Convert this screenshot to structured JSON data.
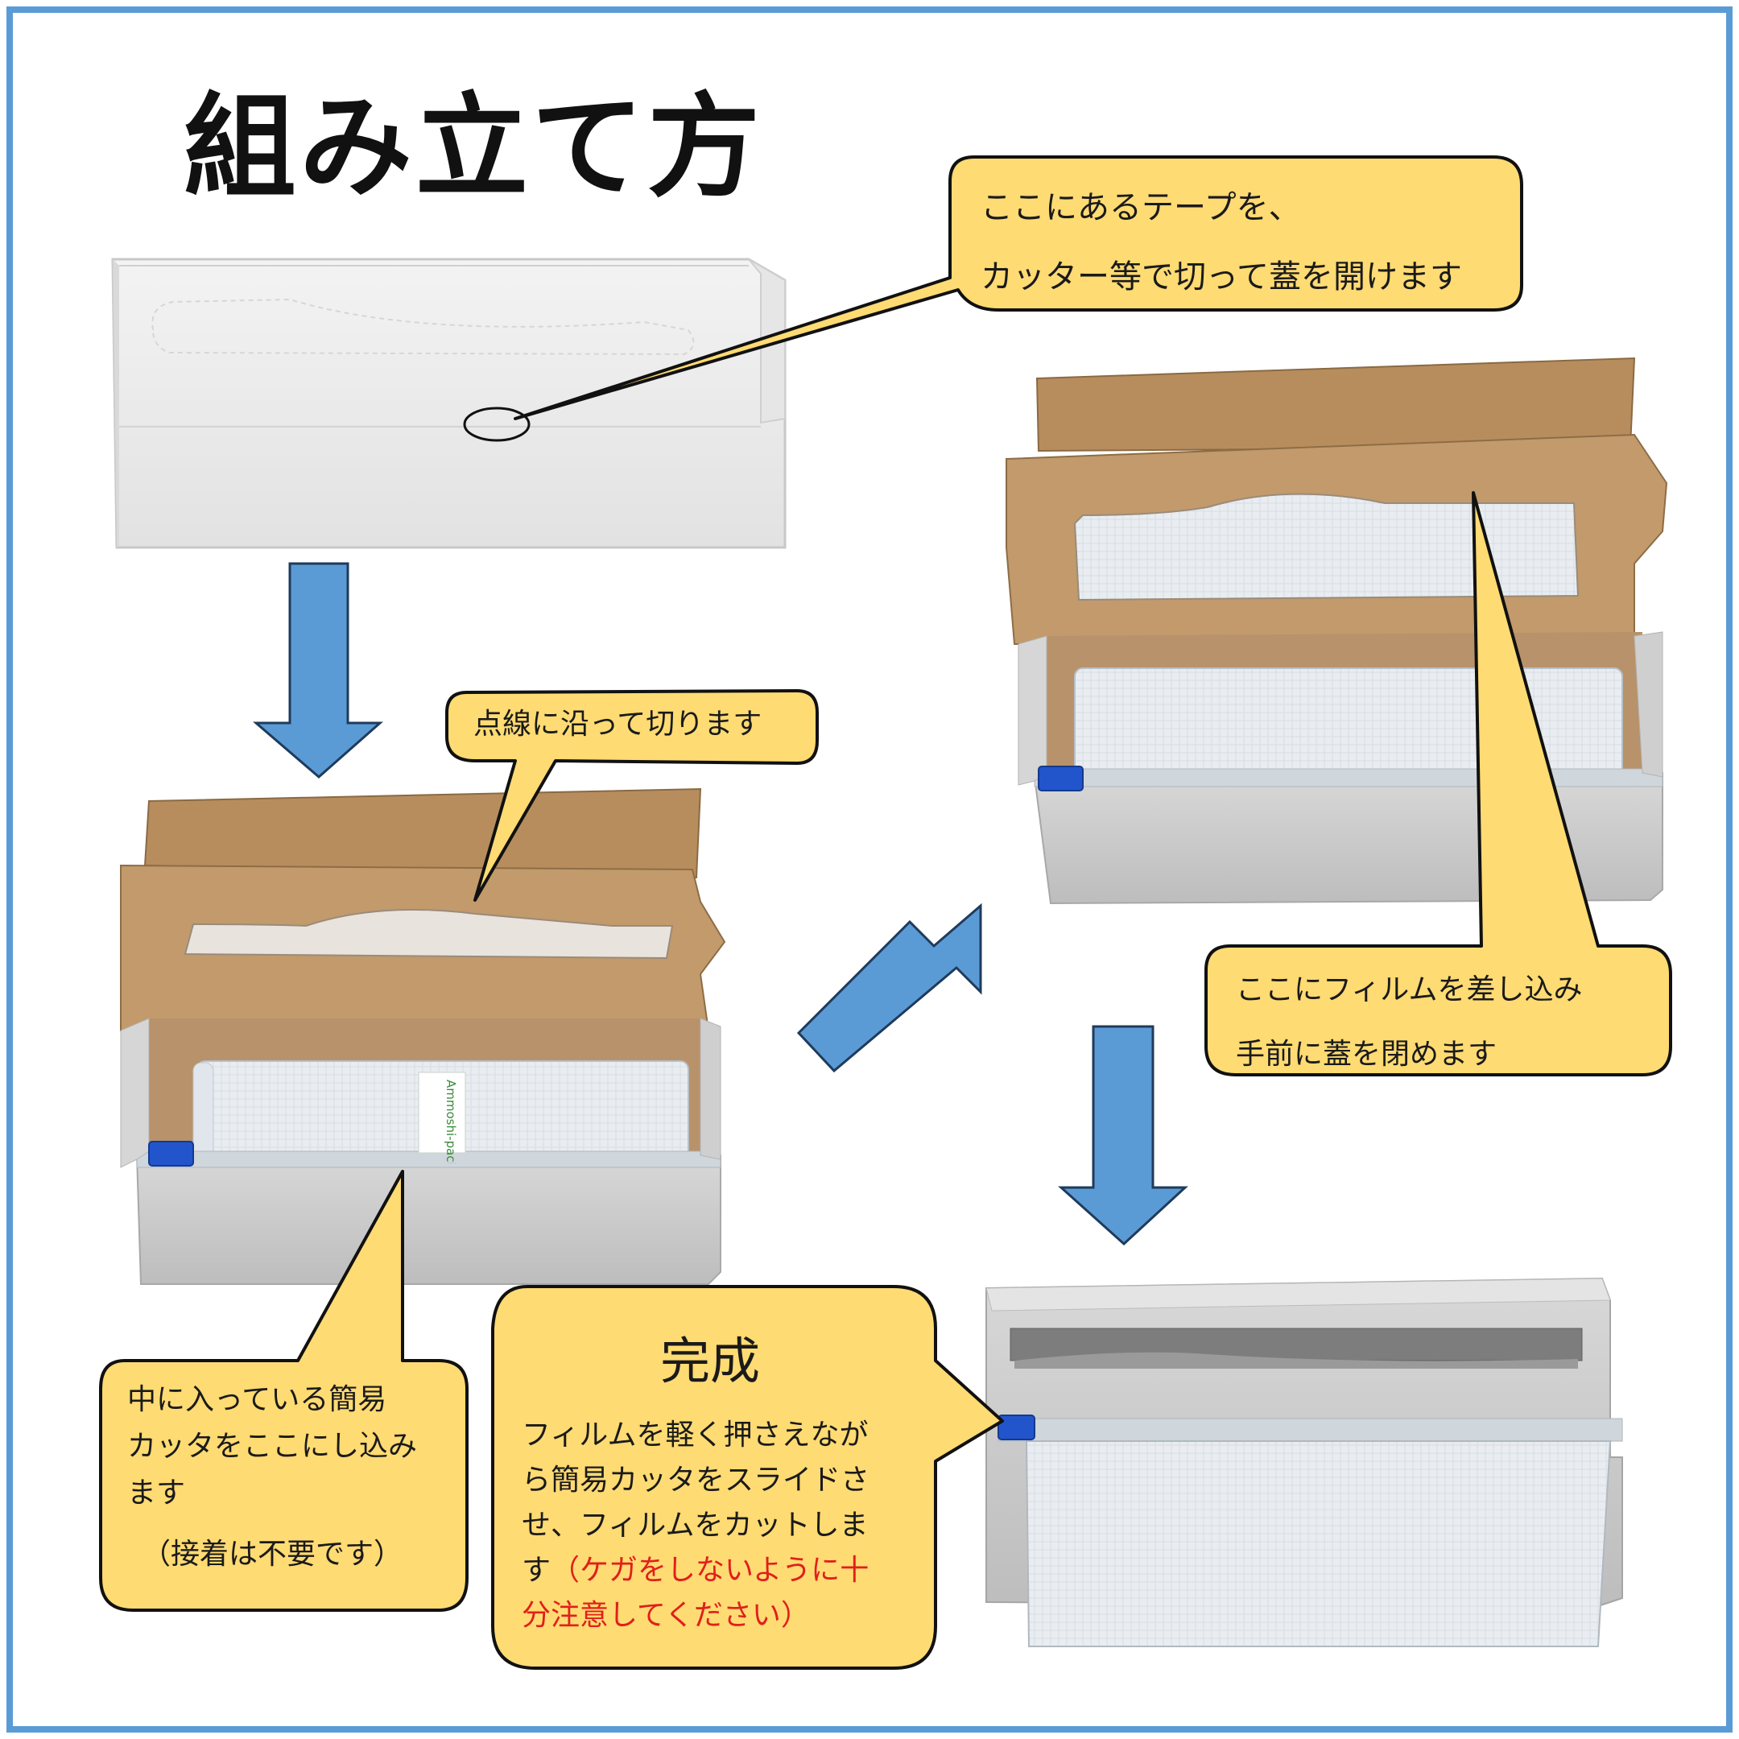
{
  "title": "組み立て方",
  "colors": {
    "frame": "#5b9bd5",
    "arrow": "#5b9bd5",
    "bubble": "#ffdb73",
    "cardboard": "#b48a5c",
    "box_white": "#eeeeee",
    "cutter_blue": "#2255cc",
    "warning_red": "#e0201a"
  },
  "bubbles": {
    "open_box": {
      "lines": [
        "ここにあるテープを、",
        "カッター等で切って蓋を開けます"
      ]
    },
    "cut_line": {
      "lines": [
        "点線に沿って切ります"
      ]
    },
    "insert_film": {
      "lines": [
        "ここにフィルムを差し込み",
        "手前に蓋を閉めます"
      ]
    },
    "attach_cutter": {
      "lines": [
        "中に入っている簡易",
        "カッタをここにし込み",
        "ます",
        "（接着は不要です）"
      ]
    },
    "complete": {
      "heading": "完成",
      "lines": [
        "フィルムを軽く押さえなが",
        "ら簡易カッタをスライドさ",
        "せ、フィルムをカットしま"
      ],
      "last_line_normal": "す",
      "warning_part1": "（ケガをしないように十",
      "warning_part2": "分注意してください）"
    }
  },
  "roll_brand": "Ammoshi-pack",
  "arrows": [
    {
      "direction": "down",
      "label": "step-1-to-2"
    },
    {
      "direction": "up-right",
      "label": "step-2-to-3"
    },
    {
      "direction": "down",
      "label": "step-3-to-4"
    }
  ]
}
